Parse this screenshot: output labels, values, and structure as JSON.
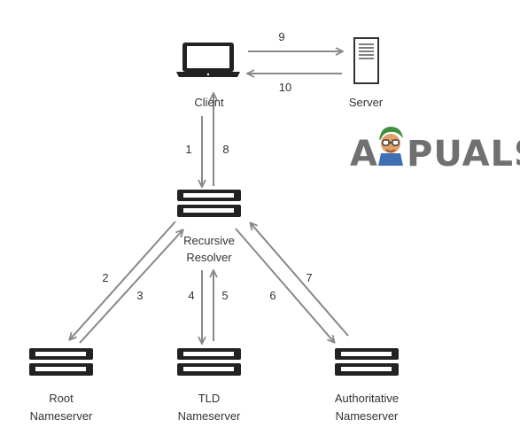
{
  "nodes": {
    "client": "Client",
    "server": "Server",
    "resolver": [
      "Recursive",
      "Resolver"
    ],
    "root": [
      "Root",
      "Nameserver"
    ],
    "tld": [
      "TLD",
      "Nameserver"
    ],
    "authoritative": [
      "Authoritative",
      "Nameserver"
    ]
  },
  "steps": [
    "1",
    "2",
    "3",
    "4",
    "5",
    "6",
    "7",
    "8",
    "9",
    "10"
  ],
  "watermark": {
    "text": "APPUALS",
    "left": "A",
    "right": "PUALS"
  },
  "colors": {
    "arrow": "#888888",
    "device": "#222222",
    "server_outline": "#333333",
    "label": "#333333",
    "watermark": "#707070",
    "background": "#ffffff"
  },
  "icons": {
    "client": "laptop-icon",
    "server": "server-tower-icon",
    "resolver": "server-rack-icon",
    "root": "server-rack-icon",
    "tld": "server-rack-icon",
    "authoritative": "server-rack-icon",
    "watermark_mascot": "mascot-icon"
  }
}
